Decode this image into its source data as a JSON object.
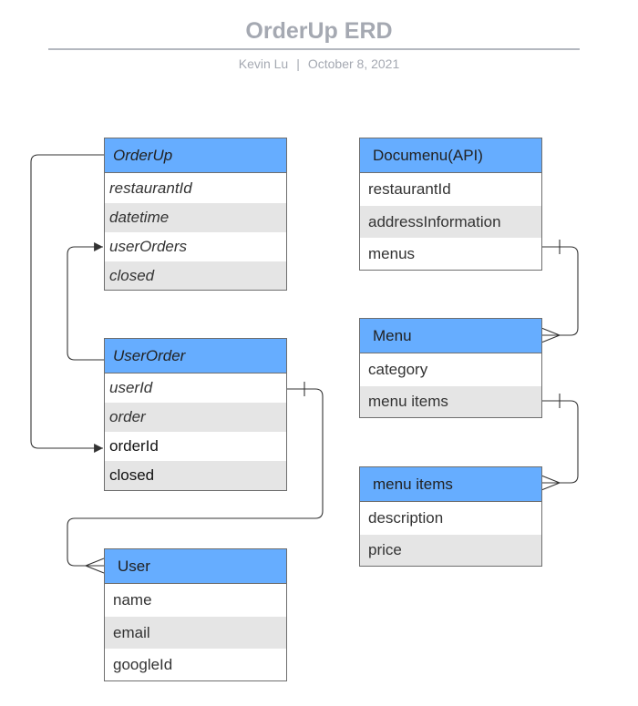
{
  "header": {
    "title": "OrderUp ERD",
    "author": "Kevin Lu",
    "separator": "|",
    "date": "October 8, 2021"
  },
  "entities": {
    "orderup": {
      "name": "OrderUp",
      "fields": [
        "restaurantId",
        "datetime",
        "userOrders",
        "closed"
      ]
    },
    "userorder": {
      "name": "UserOrder",
      "fields": [
        "userId",
        "order",
        "orderId",
        "closed"
      ]
    },
    "user": {
      "name": "User",
      "fields": [
        "name",
        "email",
        "googleId"
      ]
    },
    "documenu": {
      "name": "Documenu(API)",
      "fields": [
        "restaurantId",
        "addressInformation",
        "menus"
      ]
    },
    "menu": {
      "name": "Menu",
      "fields": [
        "category",
        "menu items"
      ]
    },
    "menuitems": {
      "name": "menu items",
      "fields": [
        "description",
        "price"
      ]
    }
  },
  "colors": {
    "header_fill": "#66adff",
    "alt_row_fill": "#e5e5e5",
    "border": "#6e6e6e",
    "title_text": "#a5a9b2",
    "connector": "#333333"
  }
}
